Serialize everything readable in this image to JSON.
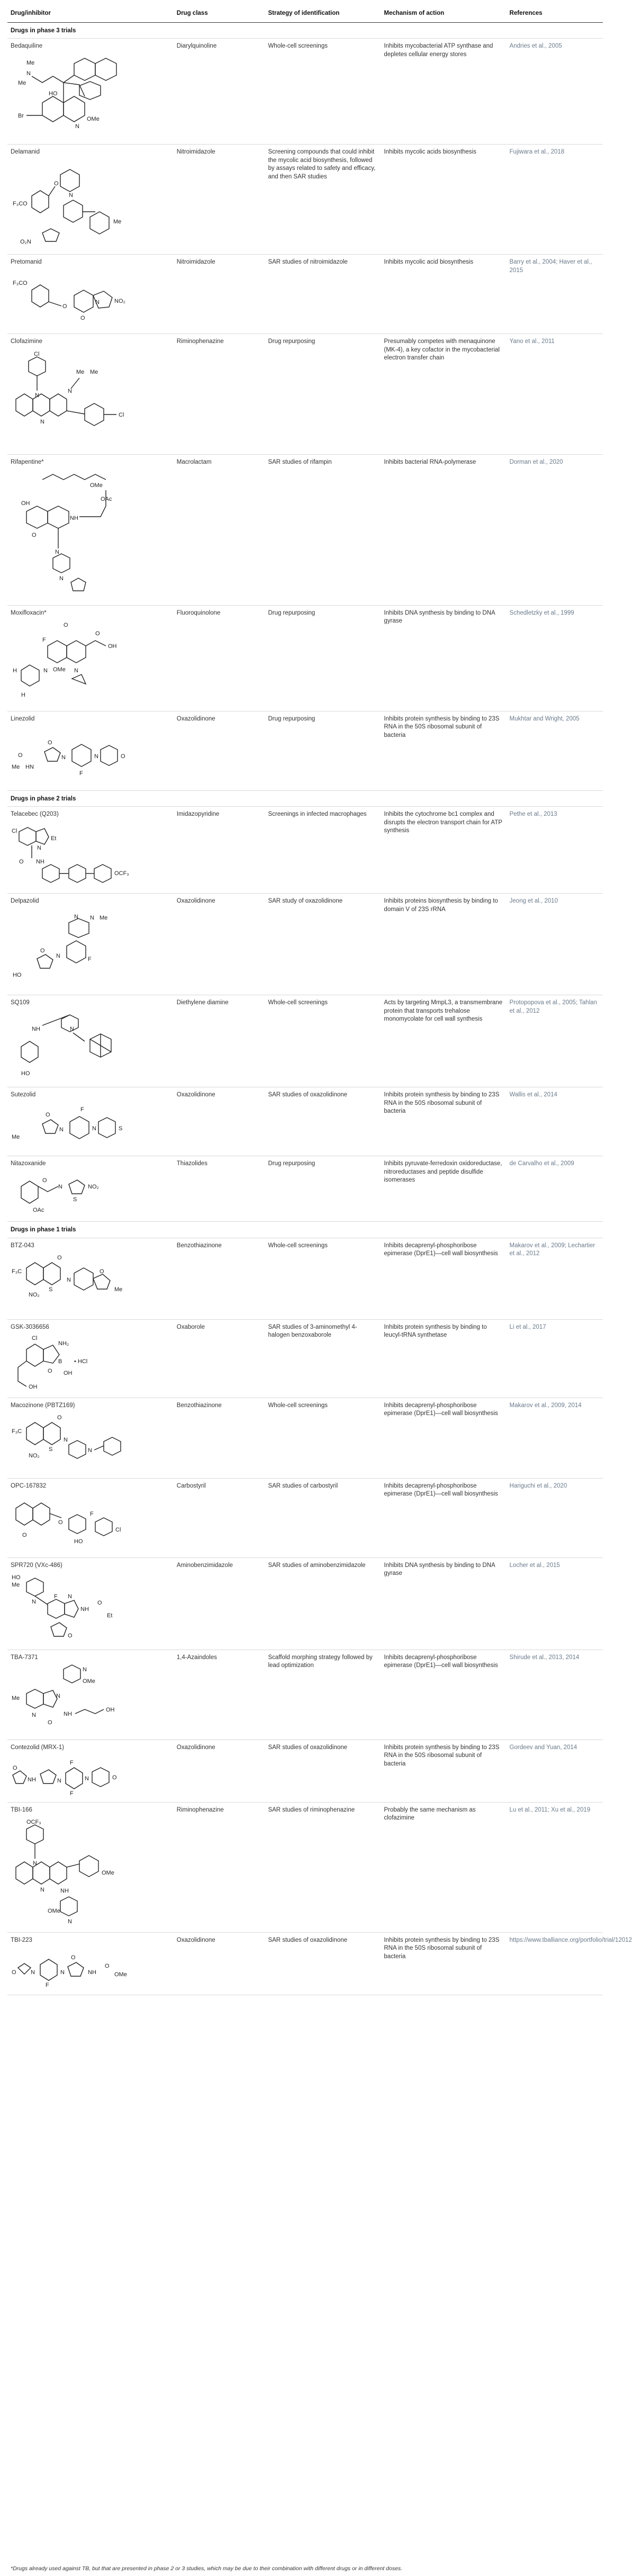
{
  "headers": [
    "Drug/inhibitor",
    "Drug class",
    "Strategy of identification",
    "Mechanism of action",
    "References"
  ],
  "sections": {
    "phase3": "Drugs in phase 3 trials",
    "phase2": "Drugs in phase 2 trials",
    "phase1": "Drugs in phase 1 trials"
  },
  "rows": [
    {
      "name": "Bedaquiline",
      "cls": "Diarylquinoline",
      "strategy": "Whole-cell screenings",
      "mechanism": "Inhibits mycobacterial ATP synthase and depletes cellular energy stores",
      "ref": "Andries et al., 2005"
    },
    {
      "name": "Delamanid",
      "cls": "Nitroimidazole",
      "strategy": "Screening compounds that could inhibit the mycolic acid biosynthesis, followed by assays related to safety and efficacy, and then SAR studies",
      "mechanism": "Inhibits mycolic acids biosynthesis",
      "ref": "Fujiwara et al., 2018"
    },
    {
      "name": "Pretomanid",
      "cls": "Nitroimidazole",
      "strategy": "SAR studies of nitroimidazole",
      "mechanism": "Inhibits mycolic acid biosynthesis",
      "ref": "Barry et al., 2004; Haver et al., 2015"
    },
    {
      "name": "Clofazimine",
      "cls": "Riminophenazine",
      "strategy": "Drug repurposing",
      "mechanism": "Presumably competes with menaquinone (MK-4), a key cofactor in the mycobacterial electron transfer chain",
      "ref": "Yano et al., 2011"
    },
    {
      "name": "Rifapentine*",
      "cls": "Macrolactam",
      "strategy": "SAR studies of rifampin",
      "mechanism": "Inhibits bacterial RNA-polymerase",
      "ref": "Dorman et al., 2020"
    },
    {
      "name": "Moxifloxacin*",
      "cls": "Fluoroquinolone",
      "strategy": "Drug repurposing",
      "mechanism": "Inhibits DNA synthesis by binding to DNA gyrase",
      "ref": "Schedletzky et al., 1999"
    },
    {
      "name": "Linezolid",
      "cls": "Oxazolidinone",
      "strategy": "Drug repurposing",
      "mechanism": "Inhibits protein synthesis by binding to 23S RNA in the 50S ribosomal subunit of bacteria",
      "ref": "Mukhtar and Wright, 2005"
    },
    {
      "name": "Telacebec (Q203)",
      "cls": "Imidazopyridine",
      "strategy": "Screenings in infected macrophages",
      "mechanism": "Inhibits the cytochrome bc1 complex and disrupts the electron transport chain for ATP synthesis",
      "ref": "Pethe et al., 2013"
    },
    {
      "name": "Delpazolid",
      "cls": "Oxazolidinone",
      "strategy": "SAR study of oxazolidinone",
      "mechanism": "Inhibits proteins biosynthesis by binding to domain V of 23S rRNA",
      "ref": "Jeong et al., 2010"
    },
    {
      "name": "SQ109",
      "cls": "Diethylene diamine",
      "strategy": "Whole-cell screenings",
      "mechanism": "Acts by targeting MmpL3, a transmembrane protein that transports trehalose monomycolate for cell wall synthesis",
      "ref": "Protopopova et al., 2005; Tahlan et al., 2012"
    },
    {
      "name": "Sutezolid",
      "cls": "Oxazolidinone",
      "strategy": "SAR studies of oxazolidinone",
      "mechanism": "Inhibits protein synthesis by binding to 23S RNA in the 50S ribosomal subunit of bacteria",
      "ref": "Wallis et al., 2014"
    },
    {
      "name": "Nitazoxanide",
      "cls": "Thiazolides",
      "strategy": "Drug repurposing",
      "mechanism": "Inhibits pyruvate-ferredoxin oxidoreductase, nitroreductases and peptide disulfide isomerases",
      "ref": "de Carvalho et al., 2009"
    },
    {
      "name": "BTZ-043",
      "cls": "Benzothiazinone",
      "strategy": "Whole-cell screenings",
      "mechanism": "Inhibits decaprenyl-phosphoribose epimerase (DprE1)—cell wall biosynthesis",
      "ref": "Makarov et al., 2009; Lechartier et al., 2012"
    },
    {
      "name": "GSK-3036656",
      "cls": "Oxaborole",
      "strategy": "SAR studies of 3-aminomethyl 4-halogen benzoxaborole",
      "mechanism": "Inhibits protein synthesis by binding to leucyl-tRNA synthetase",
      "ref": "Li et al., 2017"
    },
    {
      "name": "Macozinone (PBTZ169)",
      "cls": "Benzothiazinone",
      "strategy": "Whole-cell screenings",
      "mechanism": "Inhibits decaprenyl-phosphoribose epimerase (DprE1)—cell wall biosynthesis",
      "ref": "Makarov et al., 2009, 2014"
    },
    {
      "name": "OPC-167832",
      "cls": "Carbostyril",
      "strategy": "SAR studies of carbostyril",
      "mechanism": "Inhibits decaprenyl-phosphoribose epimerase (DprE1)—cell wall biosynthesis",
      "ref": "Hariguchi et al., 2020"
    },
    {
      "name": "SPR720 (VXc-486)",
      "cls": "Aminobenzimidazole",
      "strategy": "SAR studies of aminobenzimidazole",
      "mechanism": "Inhibits DNA synthesis by binding to DNA gyrase",
      "ref": "Locher et al., 2015"
    },
    {
      "name": "TBA-7371",
      "cls": "1,4-Azaindoles",
      "strategy": "Scaffold morphing strategy followed by lead optimization",
      "mechanism": "Inhibits decaprenyl-phosphoribose epimerase (DprE1)—cell wall biosynthesis",
      "ref": "Shirude et al., 2013, 2014"
    },
    {
      "name": "Contezolid (MRX-1)",
      "cls": "Oxazolidinone",
      "strategy": "SAR studies of oxazolidinone",
      "mechanism": "Inhibits protein synthesis by binding to 23S RNA in the 50S ribosomal subunit of bacteria",
      "ref": "Gordeev and Yuan, 2014"
    },
    {
      "name": "TBI-166",
      "cls": "Riminophenazine",
      "strategy": "SAR studies of riminophenazine",
      "mechanism": "Probably the same mechanism as clofazimine",
      "ref": "Lu et al., 2011; Xu et al., 2019"
    },
    {
      "name": "TBI-223",
      "cls": "Oxazolidinone",
      "strategy": "SAR studies of oxazolidinone",
      "mechanism": "Inhibits protein synthesis by binding to 23S RNA in the 50S ribosomal subunit of bacteria",
      "ref": "https://www.tballiance.org/portfolio/trial/12012"
    }
  ],
  "labels": {
    "bedaquiline": {
      "nme2": "N",
      "me_a": "Me",
      "me_b": "Me",
      "ho": "HO",
      "br": "Br",
      "n": "N",
      "ome": "OMe"
    },
    "delamanid": {
      "f3co": "F₃CO",
      "n": "N",
      "o": "O",
      "me": "Me",
      "o2n": "O₂N"
    },
    "pretomanid": {
      "f3co": "F₃CO",
      "o": "O",
      "n": "N",
      "no2": "NO₂"
    },
    "clofazimine": {
      "cl1": "Cl",
      "me_a": "Me",
      "me_b": "Me",
      "n1": "N",
      "n2": "N",
      "n3": "N",
      "cl2": "Cl"
    },
    "rifapentine": {
      "oh": "OH",
      "o": "O",
      "ome": "OMe",
      "oac": "OAc",
      "nh": "NH",
      "n1": "N",
      "n2": "N"
    },
    "moxifloxacin": {
      "f": "F",
      "oh": "OH",
      "o1": "O",
      "o2": "O",
      "ome": "OMe",
      "h": "H",
      "n1": "N",
      "n2": "N"
    },
    "linezolid": {
      "me": "Me",
      "o1": "O",
      "o2": "O",
      "hn": "HN",
      "n1": "N",
      "n2": "N",
      "f": "F",
      "o3": "O"
    },
    "telacebec": {
      "cl": "Cl",
      "n": "N",
      "et": "Et",
      "ocf3": "OCF₃",
      "o": "O",
      "nh": "NH"
    },
    "delpazolid": {
      "ho": "HO",
      "o": "O",
      "n1": "N",
      "n2": "N",
      "f": "F",
      "me": "Me"
    },
    "sq109": {
      "ho": "HO",
      "nh": "NH",
      "n": "N"
    },
    "sutezolid": {
      "me": "Me",
      "o": "O",
      "n": "N",
      "f": "F",
      "s": "S"
    },
    "nitazoxanide": {
      "o": "O",
      "n": "N",
      "s": "S",
      "no2": "NO₂",
      "oac": "OAc"
    },
    "btz043": {
      "f3c": "F₃C",
      "o": "O",
      "s": "S",
      "no2": "NO₂",
      "n": "N",
      "me": "Me"
    },
    "gsk3036656": {
      "cl": "Cl",
      "nh2": "NH₂",
      "b": "B",
      "o": "O",
      "oh1": "OH",
      "hcl": "• HCl",
      "oh2": "OH"
    },
    "macozinone": {
      "f3c": "F₃C",
      "o": "O",
      "s": "S",
      "no2": "NO₂",
      "n": "N"
    },
    "opc167832": {
      "o": "O",
      "f": "F",
      "cl": "Cl",
      "oh": "HO"
    },
    "spr720": {
      "ho": "HO",
      "me": "Me",
      "n": "N",
      "f": "F",
      "nh": "NH",
      "o": "O",
      "et": "Et"
    },
    "tba7371": {
      "n": "N",
      "me": "Me",
      "ome": "OMe",
      "oh": "OH",
      "nh": "NH",
      "o": "O"
    },
    "contezolid": {
      "o": "O",
      "nh": "NH",
      "n": "N",
      "f": "F"
    },
    "tbi166": {
      "ocf3": "OCF₃",
      "n1": "N",
      "n2": "N",
      "nh": "NH",
      "ome1": "OMe",
      "ome2": "OMe"
    },
    "tbi223": {
      "o": "O",
      "n": "N",
      "f": "F",
      "nh": "NH",
      "me": "OMe"
    }
  },
  "footnote": "*Drugs already used against TB, but that are presented in phase 2 or 3 studies, which may be due to their combination with different drugs or in different doses."
}
